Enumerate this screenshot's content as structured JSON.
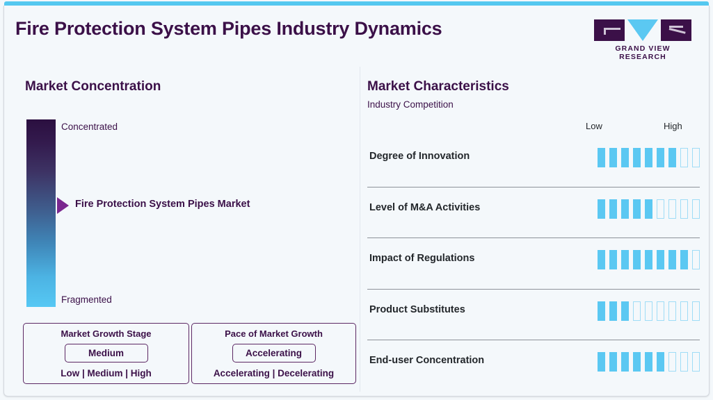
{
  "header": {
    "title": "Fire Protection System Pipes Industry Dynamics",
    "logo_text": "GRAND VIEW RESEARCH",
    "accent_color": "#54c8f0",
    "brand_color": "#3b1048"
  },
  "market_concentration": {
    "title": "Market Concentration",
    "gradient_top_label": "Concentrated",
    "gradient_bottom_label": "Fragmented",
    "marker_label": "Fire Protection System Pipes Market",
    "marker_color": "#7a278f",
    "gradient_from": "#2b0f40",
    "gradient_to": "#56c8f4"
  },
  "growth_stage_box": {
    "title": "Market Growth Stage",
    "value": "Medium",
    "scale": "Low | Medium | High"
  },
  "pace_box": {
    "title": "Pace of Market Growth",
    "value": "Accelerating",
    "scale": "Accelerating | Decelerating"
  },
  "market_characteristics": {
    "title": "Market Characteristics",
    "subtitle": "Industry Competition",
    "scale_low": "Low",
    "scale_high": "High",
    "bar_on_color": "#5bc8f2",
    "bar_off_color": "#9fdcf6",
    "rows": [
      {
        "label": "Degree of Innovation",
        "value": 7,
        "max": 9
      },
      {
        "label": "Level of M&A Activities",
        "value": 5,
        "max": 9
      },
      {
        "label": "Impact of Regulations",
        "value": 8,
        "max": 9
      },
      {
        "label": "Product Substitutes",
        "value": 3,
        "max": 9
      },
      {
        "label": "End-user Concentration",
        "value": 6,
        "max": 9
      }
    ]
  },
  "chart_data": {
    "type": "bar",
    "title": "Market Characteristics",
    "subtitle": "Industry Competition",
    "categories": [
      "Degree of Innovation",
      "Level of M&A Activities",
      "Impact of Regulations",
      "Product Substitutes",
      "End-user Concentration"
    ],
    "values": [
      7,
      5,
      8,
      3,
      6
    ],
    "xlabel": "",
    "ylabel": "",
    "ylim": [
      0,
      9
    ],
    "tick_labels": [
      "Low",
      "High"
    ],
    "grid": false,
    "legend": "none"
  }
}
